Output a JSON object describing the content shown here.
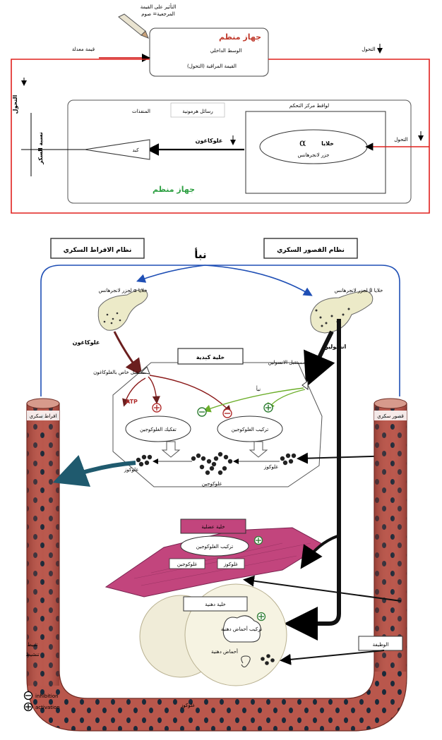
{
  "top": {
    "reference_note_line1": "التأثير على القيمة",
    "reference_note_line2": "المرجعية= صوم",
    "set_value": "قيمة معدلة",
    "shift_top": "التحول",
    "shift_right": "التحول",
    "shift_left": "التحول",
    "controlled_system_title": "جهاز منظم",
    "internal_environment": "الوسط الداخلي",
    "monitored_value": "القيمة المراقبة (التحول)",
    "control_center_notes": "لواقط مركز التحكم",
    "hormonal_messages": "رسائل هرمونية",
    "effectors": "المنفذات",
    "alpha_cells_label": "خلايا",
    "alpha_symbol": "α",
    "islets": "جزر لانجرهانس",
    "glucagon": "غلوكاغون",
    "liver": "كبد",
    "blood_glucose": "نسبة السكر",
    "regulator_system_title": "جهاز منظم"
  },
  "bottom": {
    "hyperglycemia_system": "نظام الافراط السكري",
    "hypoglycemia_system": "نظام القصور السكري",
    "top_mark": "نبأ",
    "alpha_cells": "خلايا α لجزر لانجرهانس",
    "beta_cells": "خلايا β لجزر لانجرهانس",
    "glucagon": "غلوكاغون",
    "insulin": "انسولين",
    "liver_cell": "خلية كبدية",
    "glucagon_receptor": "مستقبل خاص بالغلوكاغون",
    "insulin_receptor": "مستقبل الانسولين",
    "atp": "ATP",
    "nba": "نبأ",
    "glycogen_breakdown": "تفكيك الغلوكوجين",
    "glycogen_synthesis": "تركيب الغلوكوجين",
    "glucose_left": "غلوكوز",
    "glucose_right": "غلوكوز",
    "glycogen": "غلوكوجين",
    "left_vessel": "افراط سكري",
    "right_vessel": "قصور سكري",
    "muscle_cell": "خلية عضلية",
    "muscle_glycogen_synthesis": "تركيب الغلوكوجين",
    "muscle_glycogen": "غلوكوجين",
    "muscle_glucose": "غلوكوز",
    "fat_cell": "خلية دهنية",
    "fat_synthesis": "تركيب أحماض دهنية",
    "fat_acids": "أحماض دهنية",
    "function": "الوظيفة",
    "left_note1": "تثبيط",
    "left_note2": "تنشيط",
    "bottom_glucose": "غلوكوز",
    "legend_inhibition": "inhibition",
    "legend_activation": "activation"
  }
}
